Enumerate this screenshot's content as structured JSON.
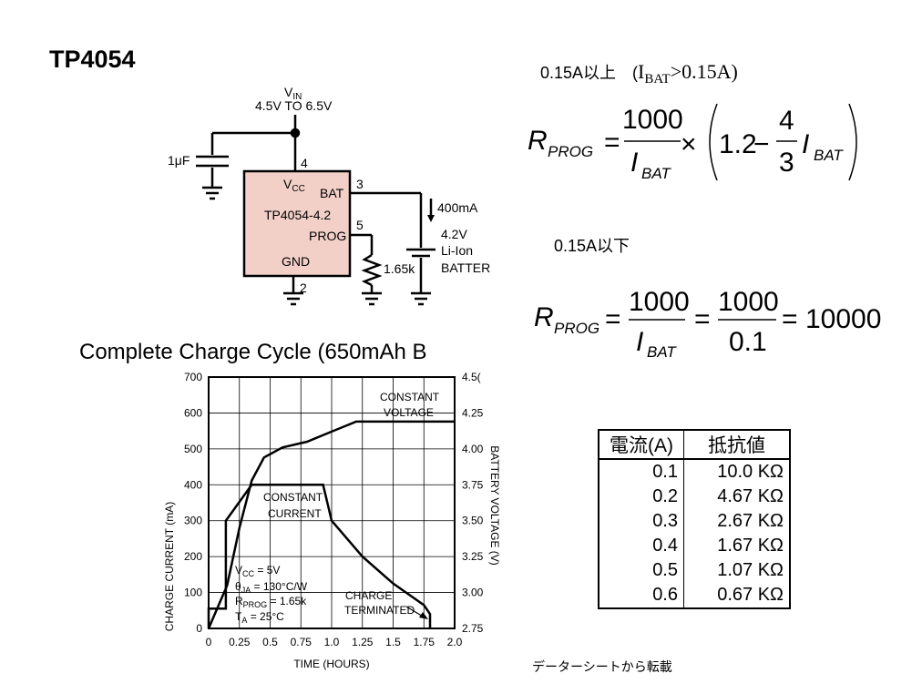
{
  "title": "TP4054",
  "circuit": {
    "vin_label_v": "V",
    "vin_label_sub": "IN",
    "vin_range": "4.5V TO 6.5V",
    "capacitor": "1μF",
    "pin_vcc_v": "V",
    "pin_vcc_sub": "CC",
    "pin_bat": "BAT",
    "chip_name": "TP4054-4.2",
    "pin_prog": "PROG",
    "pin_gnd": "GND",
    "pin_num_4": "4",
    "pin_num_3": "3",
    "pin_num_5": "5",
    "pin_num_2": "2",
    "current": "400mA",
    "battery_1": "4.2V",
    "battery_2": "Li-Ion",
    "battery_3": "BATTER",
    "resistor": "1.65k",
    "chip_color": "#f2d0c8"
  },
  "chart_data": {
    "type": "line",
    "title": "Complete Charge Cycle (650mAh B",
    "xlabel": "TIME (HOURS)",
    "ylabel": "CHARGE CURRENT (mA)",
    "y2label": "BATTERY VOLTAGE (V)",
    "xlim": [
      0,
      2.0
    ],
    "ylim": [
      0,
      700
    ],
    "y2lim": [
      2.75,
      4.5
    ],
    "x_ticks": [
      "0",
      "0.25",
      "0.5",
      "0.75",
      "1.0",
      "1.25",
      "1.5",
      "1.75",
      "2.0"
    ],
    "y_ticks": [
      "0",
      "100",
      "200",
      "300",
      "400",
      "500",
      "600",
      "700"
    ],
    "y2_ticks": [
      "2.75",
      "3.00",
      "3.25",
      "3.50",
      "3.75",
      "4.00",
      "4.25",
      "4.5("
    ],
    "grid": true,
    "series": [
      {
        "axis": "left",
        "x": [
          0,
          0,
          0.14,
          0.14,
          0.35,
          0.93,
          1.0,
          1.25,
          1.5,
          1.75,
          1.8,
          1.8
        ],
        "y": [
          0,
          55,
          55,
          300,
          400,
          400,
          300,
          200,
          125,
          65,
          40,
          0
        ]
      },
      {
        "axis": "right",
        "x": [
          0,
          0.15,
          0.25,
          0.35,
          0.45,
          0.6,
          0.8,
          1.0,
          1.2,
          2.0
        ],
        "y": [
          2.75,
          3.05,
          3.45,
          3.78,
          3.94,
          4.01,
          4.05,
          4.12,
          4.19,
          4.19
        ]
      }
    ],
    "annotations": {
      "constant_voltage_1": "CONSTANT",
      "constant_voltage_2": "VOLTAGE",
      "constant_current_1": "CONSTANT",
      "constant_current_2": "CURRENT",
      "charge_terminated_1": "CHARGE",
      "charge_terminated_2": "TERMINATED",
      "vcc_v": "V",
      "vcc_sub": "CC",
      "vcc_val": " = 5V",
      "theta_sym": "θ",
      "theta_sub": "JA",
      "theta_val": " = 130°C/W",
      "rprog_r": "R",
      "rprog_sub": "PROG",
      "rprog_val": " = 1.65k",
      "ta_t": "T",
      "ta_sub": "A",
      "ta_val": " = 25°C"
    }
  },
  "formula": {
    "cond1_text": "0.15A以上　(",
    "cond1_var": "I",
    "cond1_var_sub": "BAT",
    "cond1_rest": ">0.15A)",
    "eq1_lhs": "R",
    "eq1_lhs_sub": "PROG",
    "eq1_num": "1000",
    "eq1_den": "I",
    "eq1_den_sub": "BAT",
    "eq1_times": "×",
    "eq1_a": "1.2",
    "eq1_minus": "−",
    "eq1_fnum": "4",
    "eq1_fden": "3",
    "eq1_var": "I",
    "eq1_var_sub": "BAT",
    "cond2_text": "0.15A以下",
    "eq2_lhs": "R",
    "eq2_lhs_sub": "PROG",
    "eq2_num1": "1000",
    "eq2_den1": "I",
    "eq2_den1_sub": "BAT",
    "eq2_num2": "1000",
    "eq2_den2": "0.1",
    "eq2_result": "10000",
    "equals": "="
  },
  "resistor_table": {
    "headers": [
      "電流(A)",
      "抵抗値"
    ],
    "rows": [
      [
        "0.1",
        "10.0 KΩ"
      ],
      [
        "0.2",
        "4.67 KΩ"
      ],
      [
        "0.3",
        "2.67 KΩ"
      ],
      [
        "0.4",
        "1.67 KΩ"
      ],
      [
        "0.5",
        "1.07 KΩ"
      ],
      [
        "0.6",
        "0.67 KΩ"
      ]
    ]
  },
  "source_note": "データーシートから転載"
}
